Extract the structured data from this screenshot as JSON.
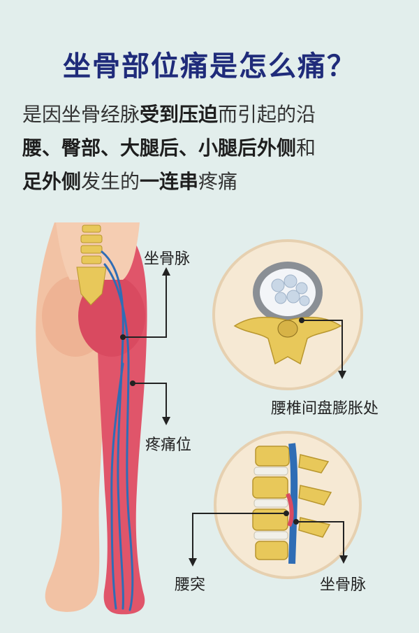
{
  "title": "坐骨部位痛是怎么痛？",
  "description": {
    "segments": [
      {
        "text": "是因坐骨经脉",
        "bold": false
      },
      {
        "text": "受到压迫",
        "bold": true
      },
      {
        "text": "而引起的沿",
        "bold": false
      },
      {
        "text": "腰、臀部、大腿后、小腿后外侧",
        "bold": true
      },
      {
        "text": "和",
        "bold": false
      },
      {
        "text": "足外侧",
        "bold": true
      },
      {
        "text": "发生的",
        "bold": false
      },
      {
        "text": "一连串",
        "bold": true
      },
      {
        "text": "疼痛",
        "bold": false
      }
    ]
  },
  "labels": {
    "sciatic_nerve": "坐骨脉",
    "pain_area": "疼痛位",
    "disc_bulge": "腰椎间盘膨胀处",
    "lumbar_protrusion": "腰突",
    "sciatic_nerve_2": "坐骨脉"
  },
  "colors": {
    "title": "#1f2b7a",
    "background": "#e2eeec",
    "skin": "#f2c2a4",
    "pain_red": "#e0556a",
    "nerve_blue": "#2f6db5",
    "bone": "#e8c85a"
  }
}
